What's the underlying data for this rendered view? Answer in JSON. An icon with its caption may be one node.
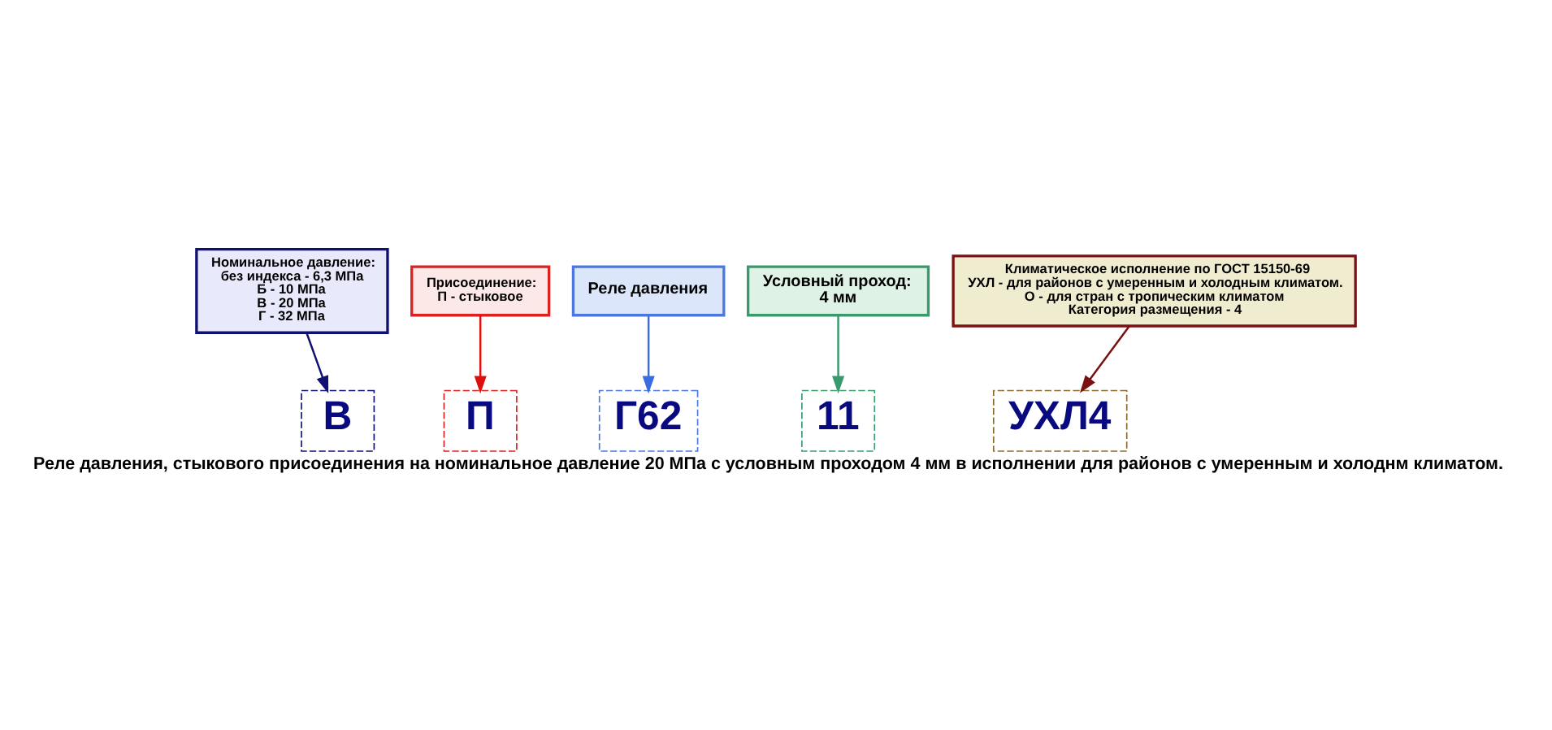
{
  "diagram": {
    "caption": "Реле давления, стыкового присоединения на номинальное давление 20 МПа с условным проходом 4 мм в исполнении для районов с умеренным и холоднм климатом.",
    "nodes": [
      {
        "text": [
          "Условный проход:",
          "4 мм"
        ]
      },
      {
        "text": [
          "Реле давления"
        ]
      },
      {
        "text": [
          "Присоединение:",
          "П - стыковое"
        ]
      },
      {
        "text": [
          "Климатическое исполнение по ГОСТ 15150-69",
          "УХЛ - для районов с умеренным и холодным климатом.",
          "О - для стран с тропическим климатом",
          "Категория размещения - 4"
        ]
      },
      {
        "text": [
          "Номинальное давление:",
          "без индекса - 6,3 МПа",
          "Б - 10 МПа",
          "В - 20 МПа",
          "Г - 32 МПа"
        ]
      },
      {
        "text": [
          "В"
        ]
      },
      {
        "text": [
          "П"
        ]
      },
      {
        "text": [
          "Г62"
        ]
      },
      {
        "text": [
          "11"
        ]
      },
      {
        "text": [
          "УХЛ4"
        ]
      }
    ],
    "edges": [
      {
        "from": 0,
        "to": 8,
        "arrow": "to",
        "color": "#3a9a6e"
      },
      {
        "from": 1,
        "to": 7,
        "arrow": "to",
        "color": "#3a6ee0"
      },
      {
        "from": 2,
        "to": 6,
        "arrow": "to",
        "color": "#dd1010"
      },
      {
        "from": 3,
        "to": 9,
        "arrow": "to",
        "color": "#7a1010"
      },
      {
        "from": 4,
        "to": 5,
        "arrow": "to",
        "color": "#101070"
      }
    ]
  }
}
